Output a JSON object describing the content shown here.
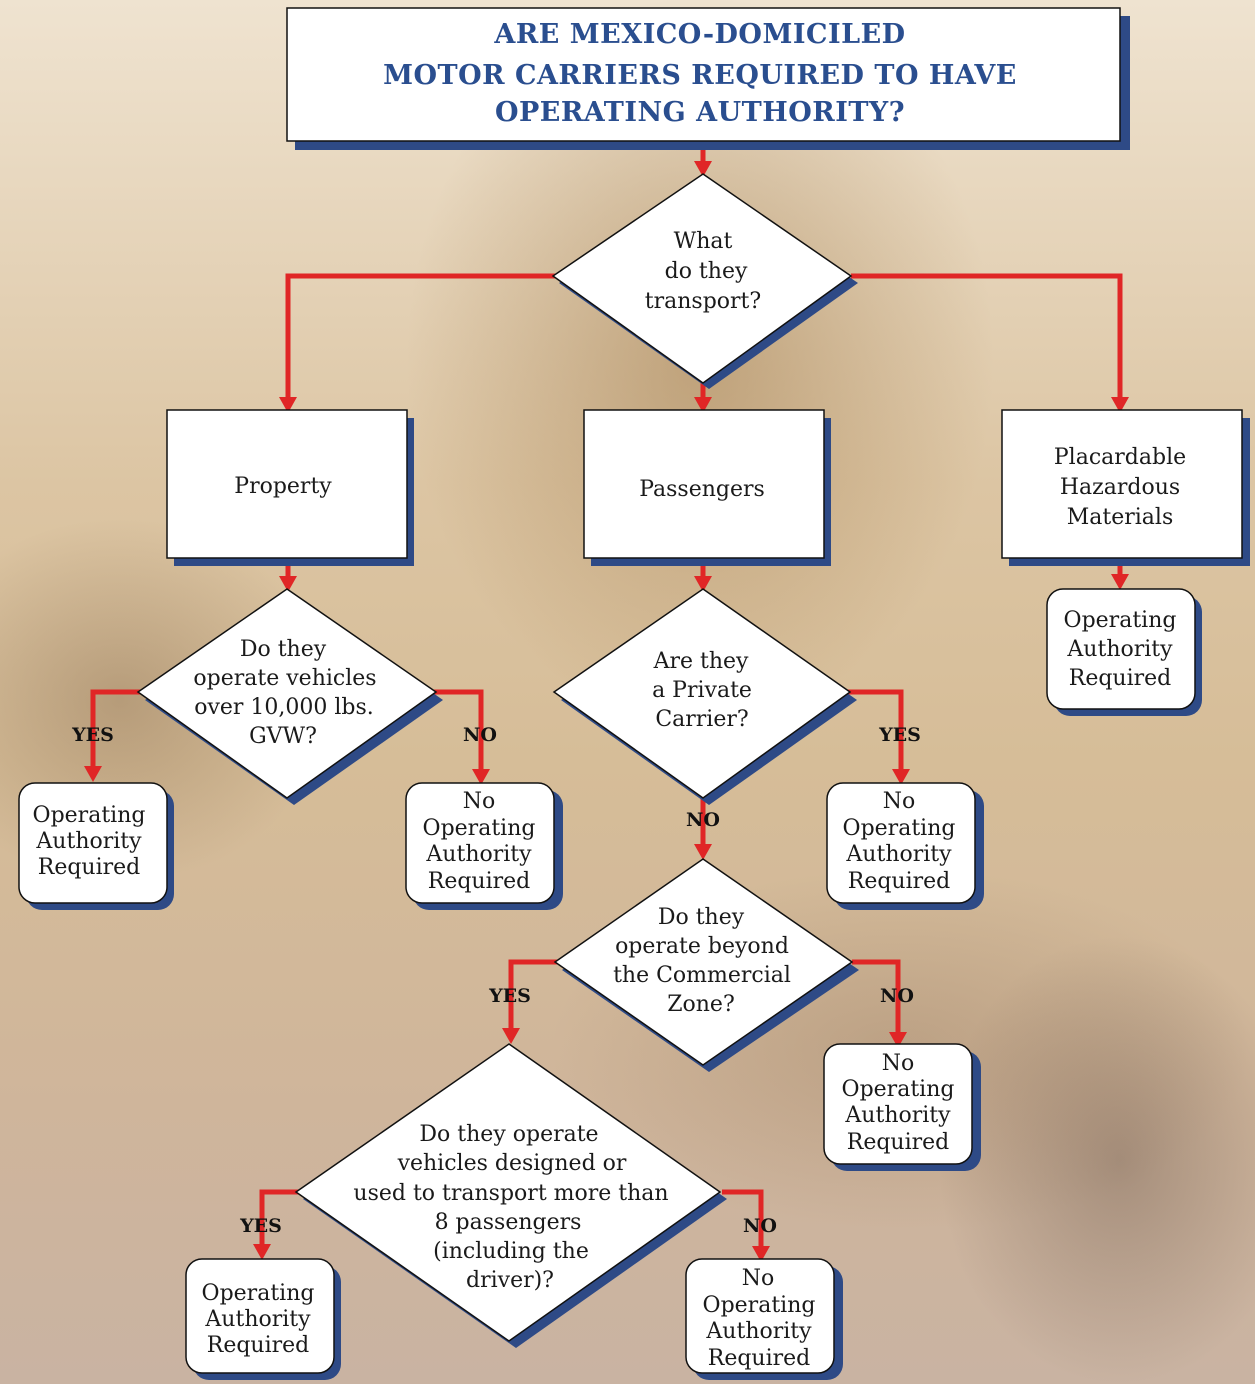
{
  "title": {
    "lines": [
      "ARE MEXICO-DOMICILED",
      "MOTOR CARRIERS REQUIRED TO HAVE",
      "OPERATING AUTHORITY?"
    ]
  },
  "nodes": {
    "q_transport": {
      "lines": [
        "What",
        "do they",
        "transport?"
      ]
    },
    "property": {
      "lines": [
        "Property"
      ]
    },
    "passengers": {
      "lines": [
        "Passengers"
      ]
    },
    "hazmat": {
      "lines": [
        "Placardable",
        "Hazardous",
        "Materials"
      ]
    },
    "hazmat_result": {
      "lines": [
        "Operating",
        "Authority",
        "Required"
      ]
    },
    "q_gvw": {
      "lines": [
        "Do they",
        "operate vehicles",
        "over 10,000 lbs.",
        "GVW?"
      ]
    },
    "gvw_yes_result": {
      "lines": [
        "Operating",
        "Authority",
        "Required"
      ]
    },
    "gvw_no_result": {
      "lines": [
        "No",
        "Operating",
        "Authority",
        "Required"
      ]
    },
    "q_private": {
      "lines": [
        "Are they",
        "a Private",
        "Carrier?"
      ]
    },
    "private_yes_result": {
      "lines": [
        "No",
        "Operating",
        "Authority",
        "Required"
      ]
    },
    "q_zone": {
      "lines": [
        "Do they",
        "operate beyond",
        "the Commercial",
        "Zone?"
      ]
    },
    "zone_no_result": {
      "lines": [
        "No",
        "Operating",
        "Authority",
        "Required"
      ]
    },
    "q_eight": {
      "lines": [
        "Do they operate",
        "vehicles designed or",
        "used to transport more than",
        "8 passengers",
        "(including the",
        "driver)?"
      ]
    },
    "eight_yes_result": {
      "lines": [
        "Operating",
        "Authority",
        "Required"
      ]
    },
    "eight_no_result": {
      "lines": [
        "No",
        "Operating",
        "Authority",
        "Required"
      ]
    }
  },
  "branch_labels": {
    "gvw_yes": "YES",
    "gvw_no": "NO",
    "private_yes": "YES",
    "private_no": "NO",
    "zone_yes": "YES",
    "zone_no": "NO",
    "eight_yes": "YES",
    "eight_no": "NO"
  },
  "colors": {
    "connector": "#e02626",
    "shadow": "#2e4a86",
    "title_text": "#2a4e8f",
    "node_fill": "#ffffff"
  }
}
